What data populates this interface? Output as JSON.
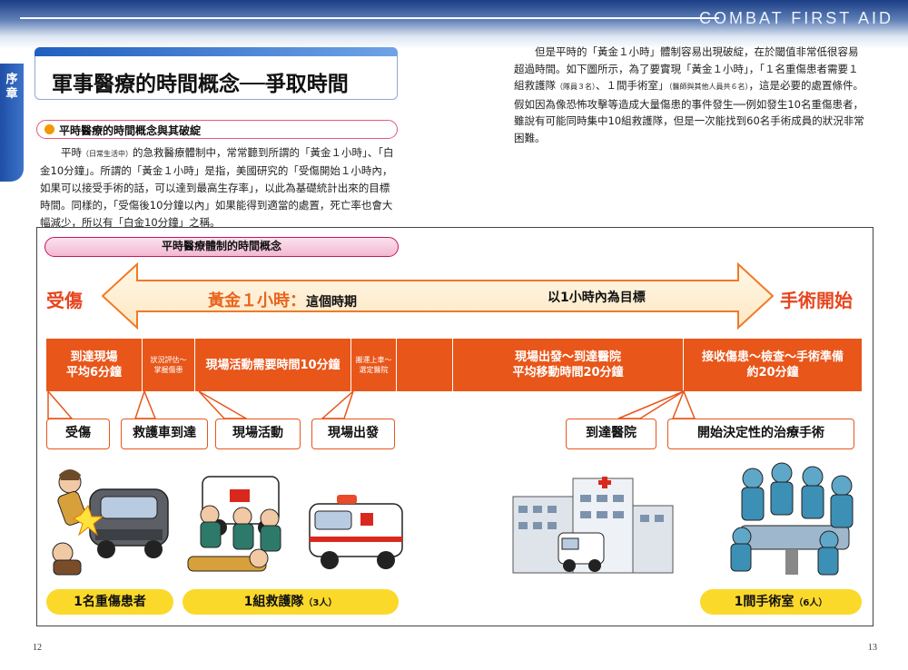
{
  "header": {
    "title": "COMBAT FIRST AID"
  },
  "side_tab": {
    "label": "序章"
  },
  "title": "軍事醫療的時間概念──爭取時間",
  "section_heading": "平時醫療的時間概念與其破綻",
  "left_para": {
    "part1": "平時",
    "note1": "（日常生活中）",
    "part2": "的急救醫療體制中，常常聽到所謂的「黃金１小時」、「白金10分鐘」。所謂的「黃金１小時」是指，美國研究的「受傷開始１小時內，如果可以接受手術的話，可以達到最高生存率」，以此為基礎統計出來的目標時間。同樣的，「受傷後10分鐘以內」如果能得到適當的處置，死亡率也會大幅減少，所以有「白金10分鐘」之稱。"
  },
  "right_para": {
    "part1": "但是平時的「黃金１小時」體制容易出現破綻，在於閾值非常低很容易超過時間。如下圖所示，為了要實現「黃金１小時」，「１名重傷患者需要１組救護隊",
    "note1": "（隊員３名）",
    "part2": "、１間手術室」",
    "note2": "（醫師與其他人員共６名）",
    "part3": "，這是必要的處置條件。假如因為像恐怖攻擊等造成大量傷患的事件發生──例如發生10名重傷患者，雖說有可能同時集中10組救護隊，但是一次能找到60名手術成員的狀況非常困難。"
  },
  "diagram": {
    "title": "平時醫療體制的時間概念",
    "start_label": "受傷",
    "end_label": "手術開始",
    "arrow_gold": "黃金１小時：",
    "arrow_gold_sub": "這個時期",
    "arrow_target": "以1小時內為目標",
    "phases": [
      {
        "line1": "到達現場",
        "line2": "平均6分鐘"
      },
      {
        "line1": "狀況評估～",
        "line2": "掌握傷患"
      },
      {
        "line1": "現場活動需要時間10分鐘",
        "line2": ""
      },
      {
        "line1": "搬運上車～",
        "line2": "選定醫院"
      },
      {
        "line1": "",
        "line2": ""
      },
      {
        "line1": "現場出發～到達醫院",
        "line2": "平均移動時間20分鐘"
      },
      {
        "line1": "接收傷患～檢查～手術準備",
        "line2": "約20分鐘"
      }
    ],
    "callouts": [
      "受傷",
      "救護車到達",
      "現場活動",
      "現場出發",
      "到達醫院",
      "開始決定性的治療手術"
    ],
    "labels": {
      "patient": "1名重傷患者",
      "team": "1組救護隊",
      "team_note": "（3人）",
      "or": "1間手術室",
      "or_note": "（6人）"
    }
  },
  "page_numbers": {
    "left": "12",
    "right": "13"
  },
  "colors": {
    "accent": "#e8561a",
    "header": "#1b3e86",
    "yellow": "#fbd92b",
    "pink": "#c2185b"
  }
}
